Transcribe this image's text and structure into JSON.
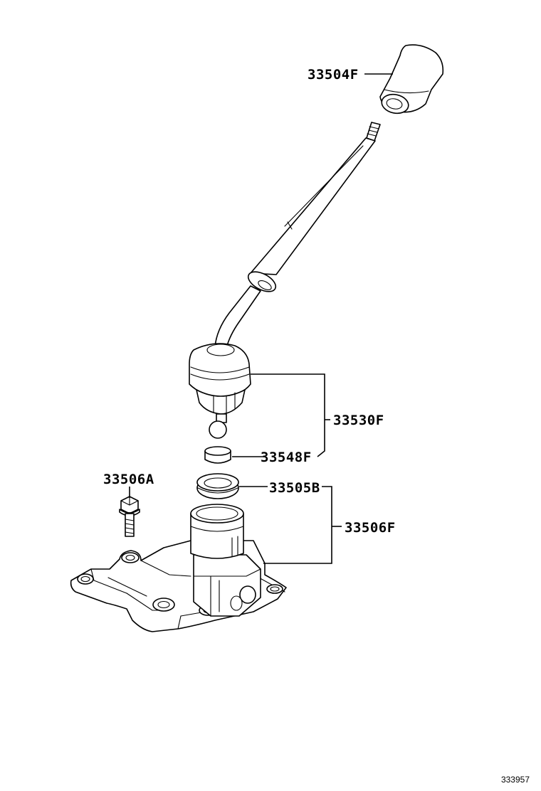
{
  "parts": {
    "knob": "33504F",
    "lever_assembly": "33530F",
    "bushing": "33548F",
    "retainer": "33505B",
    "housing": "33506F",
    "bolt": "33506A"
  },
  "figure_number": "333957"
}
